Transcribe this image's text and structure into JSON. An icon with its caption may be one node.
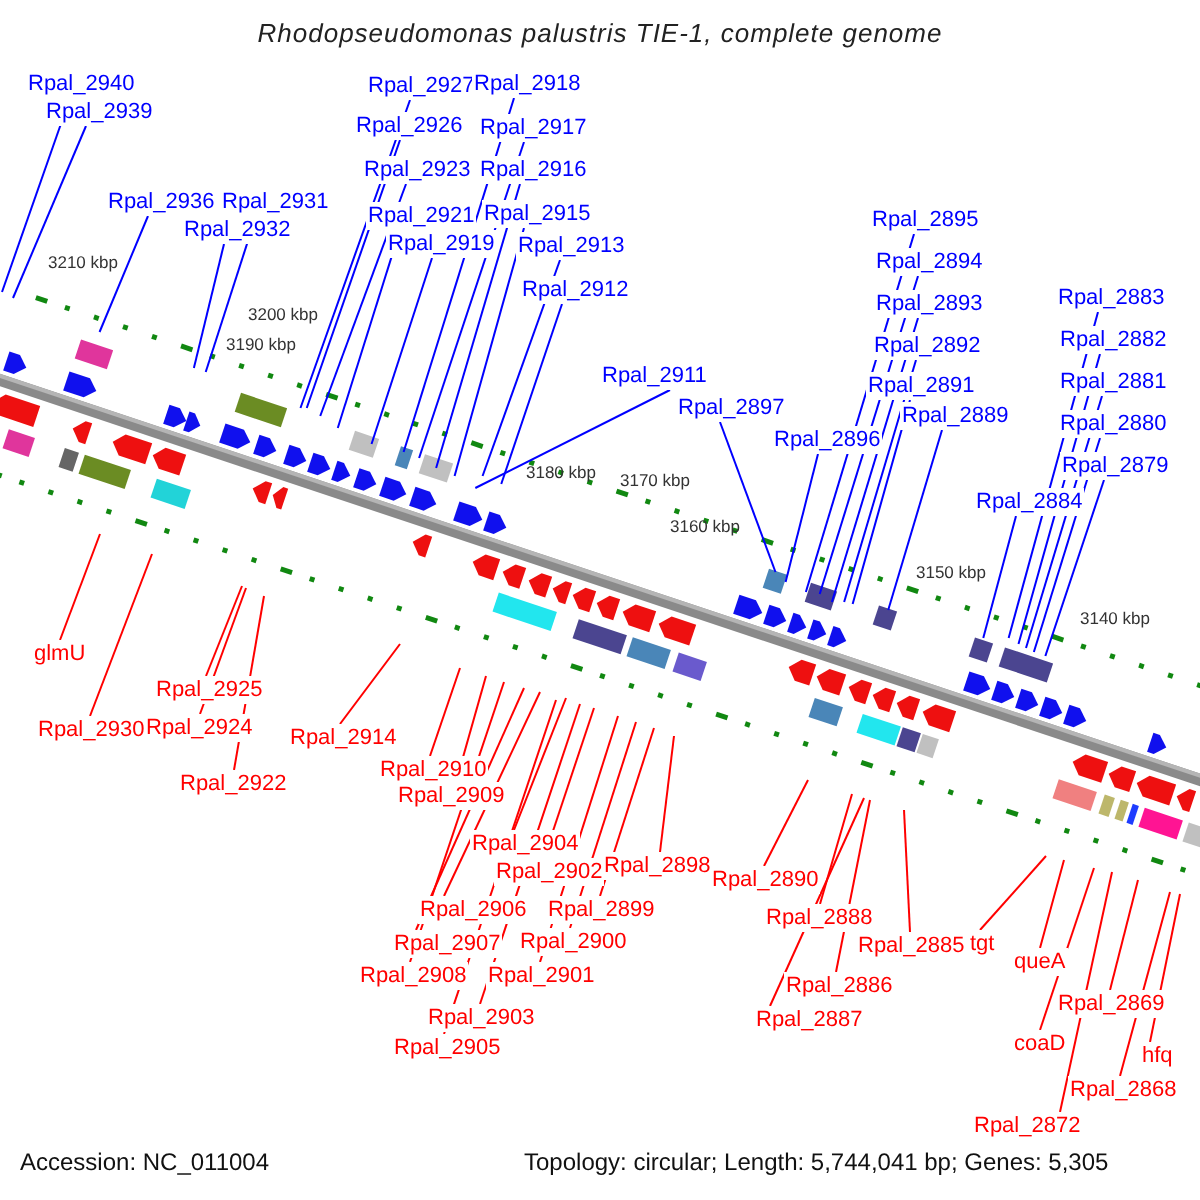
{
  "diagram": {
    "title": "Rhodopseudomonas palustris TIE-1, complete genome",
    "nodes": [
      {
        "text": [
          "Rpal_2940"
        ]
      },
      {
        "text": [
          "Rpal_2939"
        ]
      },
      {
        "text": [
          "Rpal_2936"
        ]
      },
      {
        "text": [
          "Rpal_2931"
        ]
      },
      {
        "text": [
          "Rpal_2932"
        ]
      },
      {
        "text": [
          "Rpal_2927"
        ]
      },
      {
        "text": [
          "Rpal_2926"
        ]
      },
      {
        "text": [
          "Rpal_2923"
        ]
      },
      {
        "text": [
          "Rpal_2921"
        ]
      },
      {
        "text": [
          "Rpal_2919"
        ]
      },
      {
        "text": [
          "Rpal_2918"
        ]
      },
      {
        "text": [
          "Rpal_2917"
        ]
      },
      {
        "text": [
          "Rpal_2916"
        ]
      },
      {
        "text": [
          "Rpal_2915"
        ]
      },
      {
        "text": [
          "Rpal_2913"
        ]
      },
      {
        "text": [
          "Rpal_2912"
        ]
      },
      {
        "text": [
          "Rpal_2911"
        ]
      },
      {
        "text": [
          "Rpal_2897"
        ]
      },
      {
        "text": [
          "Rpal_2896"
        ]
      },
      {
        "text": [
          "Rpal_2895"
        ]
      },
      {
        "text": [
          "Rpal_2894"
        ]
      },
      {
        "text": [
          "Rpal_2893"
        ]
      },
      {
        "text": [
          "Rpal_2892"
        ]
      },
      {
        "text": [
          "Rpal_2891"
        ]
      },
      {
        "text": [
          "Rpal_2889"
        ]
      },
      {
        "text": [
          "Rpal_2884"
        ]
      },
      {
        "text": [
          "Rpal_2883"
        ]
      },
      {
        "text": [
          "Rpal_2882"
        ]
      },
      {
        "text": [
          "Rpal_2881"
        ]
      },
      {
        "text": [
          "Rpal_2880"
        ]
      },
      {
        "text": [
          "Rpal_2879"
        ]
      },
      {
        "text": [
          "glmU"
        ]
      },
      {
        "text": [
          "Rpal_2930"
        ]
      },
      {
        "text": [
          "Rpal_2925"
        ]
      },
      {
        "text": [
          "Rpal_2924"
        ]
      },
      {
        "text": [
          "Rpal_2922"
        ]
      },
      {
        "text": [
          "Rpal_2914"
        ]
      },
      {
        "text": [
          "Rpal_2910"
        ]
      },
      {
        "text": [
          "Rpal_2909"
        ]
      },
      {
        "text": [
          "Rpal_2904"
        ]
      },
      {
        "text": [
          "Rpal_2902"
        ]
      },
      {
        "text": [
          "Rpal_2906"
        ]
      },
      {
        "text": [
          "Rpal_2907"
        ]
      },
      {
        "text": [
          "Rpal_2908"
        ]
      },
      {
        "text": [
          "Rpal_2903"
        ]
      },
      {
        "text": [
          "Rpal_2905"
        ]
      },
      {
        "text": [
          "Rpal_2898"
        ]
      },
      {
        "text": [
          "Rpal_2899"
        ]
      },
      {
        "text": [
          "Rpal_2900"
        ]
      },
      {
        "text": [
          "Rpal_2901"
        ]
      },
      {
        "text": [
          "Rpal_2890"
        ]
      },
      {
        "text": [
          "Rpal_2888"
        ]
      },
      {
        "text": [
          "Rpal_2886"
        ]
      },
      {
        "text": [
          "Rpal_2887"
        ]
      },
      {
        "text": [
          "Rpal_2885"
        ]
      },
      {
        "text": [
          "tgt"
        ]
      },
      {
        "text": [
          "queA"
        ]
      },
      {
        "text": [
          "coaD"
        ]
      },
      {
        "text": [
          "Rpal_2872"
        ]
      },
      {
        "text": [
          "Rpal_2869"
        ]
      },
      {
        "text": [
          "hfq"
        ]
      },
      {
        "text": [
          "Rpal_2868"
        ]
      }
    ],
    "edges": [
      {
        "from": 0,
        "to": null,
        "arrow": "none",
        "color": "#0000ff"
      },
      {
        "from": 1,
        "to": null,
        "arrow": "none",
        "color": "#0000ff"
      },
      {
        "from": 2,
        "to": null,
        "arrow": "none",
        "color": "#0000ff"
      },
      {
        "from": 3,
        "to": null,
        "arrow": "none",
        "color": "#0000ff"
      },
      {
        "from": 4,
        "to": null,
        "arrow": "none",
        "color": "#0000ff"
      },
      {
        "from": 5,
        "to": null,
        "arrow": "none",
        "color": "#0000ff"
      },
      {
        "from": 6,
        "to": null,
        "arrow": "none",
        "color": "#0000ff"
      },
      {
        "from": 7,
        "to": null,
        "arrow": "none",
        "color": "#0000ff"
      },
      {
        "from": 8,
        "to": null,
        "arrow": "none",
        "color": "#0000ff"
      },
      {
        "from": 9,
        "to": null,
        "arrow": "none",
        "color": "#0000ff"
      },
      {
        "from": 10,
        "to": null,
        "arrow": "none",
        "color": "#0000ff"
      },
      {
        "from": 11,
        "to": null,
        "arrow": "none",
        "color": "#0000ff"
      },
      {
        "from": 12,
        "to": null,
        "arrow": "none",
        "color": "#0000ff"
      },
      {
        "from": 13,
        "to": null,
        "arrow": "none",
        "color": "#0000ff"
      },
      {
        "from": 14,
        "to": null,
        "arrow": "none",
        "color": "#0000ff"
      },
      {
        "from": 15,
        "to": null,
        "arrow": "none",
        "color": "#0000ff"
      },
      {
        "from": 16,
        "to": null,
        "arrow": "none",
        "color": "#0000ff"
      },
      {
        "from": 17,
        "to": null,
        "arrow": "none",
        "color": "#0000ff"
      },
      {
        "from": 18,
        "to": null,
        "arrow": "none",
        "color": "#0000ff"
      },
      {
        "from": 19,
        "to": null,
        "arrow": "none",
        "color": "#0000ff"
      },
      {
        "from": 20,
        "to": null,
        "arrow": "none",
        "color": "#0000ff"
      },
      {
        "from": 21,
        "to": null,
        "arrow": "none",
        "color": "#0000ff"
      },
      {
        "from": 22,
        "to": null,
        "arrow": "none",
        "color": "#0000ff"
      },
      {
        "from": 23,
        "to": null,
        "arrow": "none",
        "color": "#0000ff"
      },
      {
        "from": 24,
        "to": null,
        "arrow": "none",
        "color": "#0000ff"
      },
      {
        "from": 25,
        "to": null,
        "arrow": "none",
        "color": "#0000ff"
      },
      {
        "from": 26,
        "to": null,
        "arrow": "none",
        "color": "#0000ff"
      },
      {
        "from": 27,
        "to": null,
        "arrow": "none",
        "color": "#0000ff"
      },
      {
        "from": 28,
        "to": null,
        "arrow": "none",
        "color": "#0000ff"
      },
      {
        "from": 29,
        "to": null,
        "arrow": "none",
        "color": "#0000ff"
      },
      {
        "from": 30,
        "to": null,
        "arrow": "none",
        "color": "#0000ff"
      },
      {
        "from": 31,
        "to": null,
        "arrow": "none",
        "color": "#ff0000"
      },
      {
        "from": 32,
        "to": null,
        "arrow": "none",
        "color": "#ff0000"
      },
      {
        "from": 33,
        "to": null,
        "arrow": "none",
        "color": "#ff0000"
      },
      {
        "from": 34,
        "to": null,
        "arrow": "none",
        "color": "#ff0000"
      },
      {
        "from": 35,
        "to": null,
        "arrow": "none",
        "color": "#ff0000"
      },
      {
        "from": 36,
        "to": null,
        "arrow": "none",
        "color": "#ff0000"
      },
      {
        "from": 37,
        "to": null,
        "arrow": "none",
        "color": "#ff0000"
      },
      {
        "from": 38,
        "to": null,
        "arrow": "none",
        "color": "#ff0000"
      },
      {
        "from": 39,
        "to": null,
        "arrow": "none",
        "color": "#ff0000"
      },
      {
        "from": 40,
        "to": null,
        "arrow": "none",
        "color": "#ff0000"
      },
      {
        "from": 41,
        "to": null,
        "arrow": "none",
        "color": "#ff0000"
      },
      {
        "from": 42,
        "to": null,
        "arrow": "none",
        "color": "#ff0000"
      },
      {
        "from": 43,
        "to": null,
        "arrow": "none",
        "color": "#ff0000"
      },
      {
        "from": 44,
        "to": null,
        "arrow": "none",
        "color": "#ff0000"
      },
      {
        "from": 45,
        "to": null,
        "arrow": "none",
        "color": "#ff0000"
      },
      {
        "from": 46,
        "to": null,
        "arrow": "none",
        "color": "#ff0000"
      },
      {
        "from": 47,
        "to": null,
        "arrow": "none",
        "color": "#ff0000"
      },
      {
        "from": 48,
        "to": null,
        "arrow": "none",
        "color": "#ff0000"
      },
      {
        "from": 49,
        "to": null,
        "arrow": "none",
        "color": "#ff0000"
      },
      {
        "from": 50,
        "to": null,
        "arrow": "none",
        "color": "#ff0000"
      },
      {
        "from": 51,
        "to": null,
        "arrow": "none",
        "color": "#ff0000"
      },
      {
        "from": 52,
        "to": null,
        "arrow": "none",
        "color": "#ff0000"
      },
      {
        "from": 53,
        "to": null,
        "arrow": "none",
        "color": "#ff0000"
      },
      {
        "from": 54,
        "to": null,
        "arrow": "none",
        "color": "#ff0000"
      },
      {
        "from": 55,
        "to": null,
        "arrow": "none",
        "color": "#ff0000"
      },
      {
        "from": 56,
        "to": null,
        "arrow": "none",
        "color": "#ff0000"
      },
      {
        "from": 57,
        "to": null,
        "arrow": "none",
        "color": "#ff0000"
      },
      {
        "from": 58,
        "to": null,
        "arrow": "none",
        "color": "#ff0000"
      },
      {
        "from": 59,
        "to": null,
        "arrow": "none",
        "color": "#ff0000"
      },
      {
        "from": 60,
        "to": null,
        "arrow": "none",
        "color": "#ff0000"
      },
      {
        "from": 61,
        "to": null,
        "arrow": "none",
        "color": "#ff0000"
      }
    ],
    "labels": [
      "3210 kbp",
      "3200 kbp",
      "3190 kbp",
      "3180 kbp",
      "3170 kbp",
      "3160 kbp",
      "3150 kbp",
      "3140 kbp",
      "Accession: NC_011004",
      "Topology: circular; Length: 5,744,041 bp; Genes: 5,305"
    ]
  }
}
